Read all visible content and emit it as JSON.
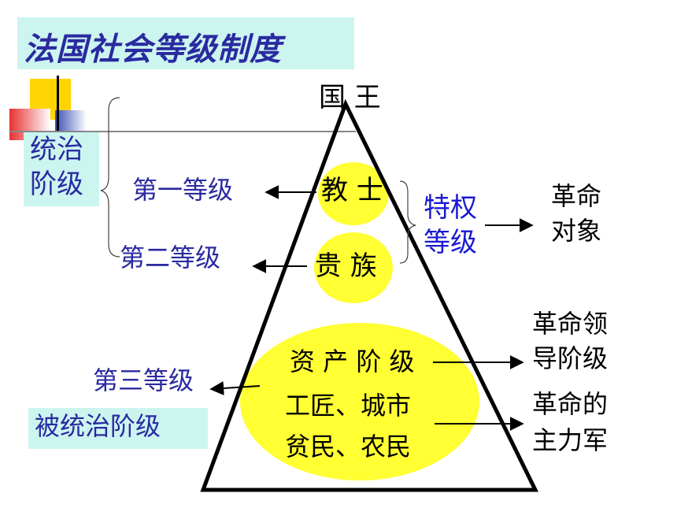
{
  "title": "法国社会等级制度",
  "king": "国 王",
  "ruling": {
    "line1": "统治",
    "line2": "阶级"
  },
  "ruled": "被统治阶级",
  "estates": {
    "first": "第一等级",
    "second": "第二等级",
    "third": "第三等级"
  },
  "groups": {
    "clergy": "教 士",
    "nobility": "贵 族",
    "bourgeoisie": "资 产 阶 级",
    "artisans": "工匠、城市",
    "peasants": "贫民、农民"
  },
  "privileged": {
    "line1": "特权",
    "line2": "等级"
  },
  "outcomes": {
    "target": {
      "line1": "革命",
      "line2": "对象"
    },
    "leader": {
      "line1": "革命领",
      "line2": "导阶级"
    },
    "main_force": {
      "line1": "革命的",
      "line2": "主力军"
    }
  },
  "colors": {
    "title": "#2a2aa0",
    "blue_text": "#2a2aa0",
    "cyan_bg": "#ccf5f0",
    "yellow": "#ffff33",
    "black": "#000000"
  }
}
